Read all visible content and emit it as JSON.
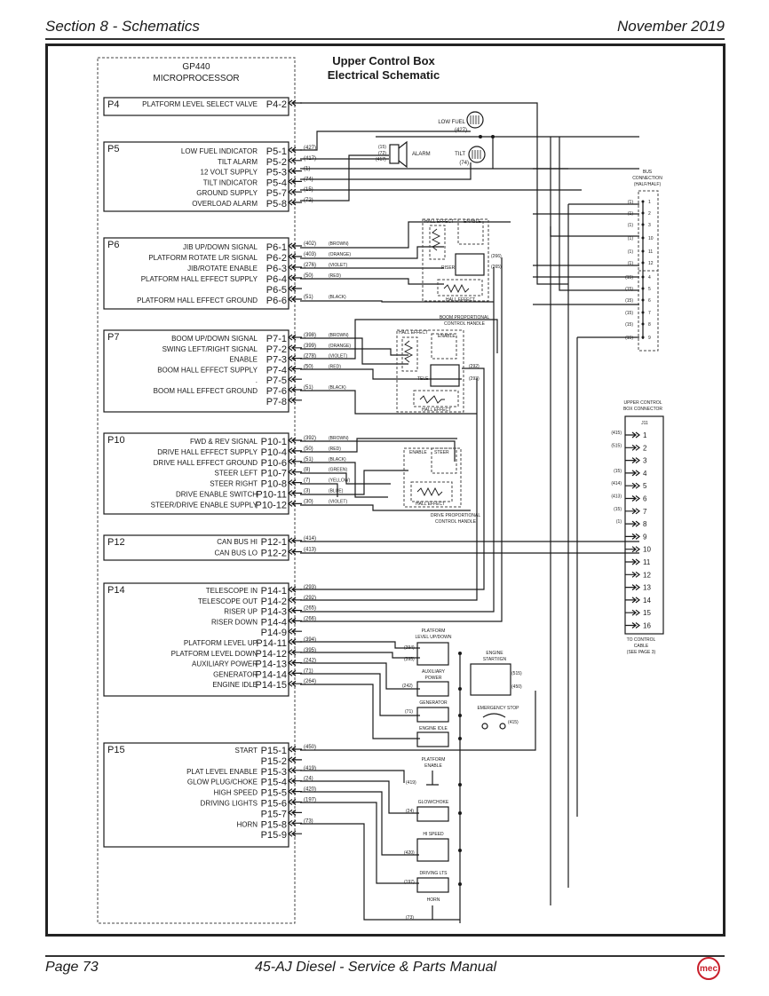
{
  "page_header": {
    "section": "Section 8 - Schematics",
    "date": "November 2019"
  },
  "page_footer": {
    "page": "Page 73",
    "manual": "45-AJ Diesel - Service & Parts Manual",
    "logo": "mec"
  },
  "title": {
    "line1": "Upper Control Box",
    "line2": "Electrical Schematic"
  },
  "microprocessor": {
    "line1": "GP440",
    "line2": "MICROPROCESSOR"
  },
  "connectors": [
    {
      "id": "P4",
      "pins": [
        {
          "label": "PLATFORM LEVEL SELECT VALVE",
          "pin": "P4-2",
          "wire": "",
          "color": ""
        }
      ]
    },
    {
      "id": "P5",
      "pins": [
        {
          "label": "LOW FUEL INDICATOR",
          "pin": "P5-1",
          "wire": "(427)",
          "color": ""
        },
        {
          "label": "TILT ALARM",
          "pin": "P5-2",
          "wire": "(417)",
          "color": ""
        },
        {
          "label": "12 VOLT SUPPLY",
          "pin": "P5-3",
          "wire": "(1)",
          "color": ""
        },
        {
          "label": "TILT INDICATOR",
          "pin": "P5-4",
          "wire": "(74)",
          "color": ""
        },
        {
          "label": "GROUND SUPPLY",
          "pin": "P5-7",
          "wire": "(15)",
          "color": ""
        },
        {
          "label": "OVERLOAD ALARM",
          "pin": "P5-8",
          "wire": "(72)",
          "color": ""
        }
      ]
    },
    {
      "id": "P6",
      "pins": [
        {
          "label": "JIB UP/DOWN SIGNAL",
          "pin": "P6-1",
          "wire": "(402)",
          "color": "(BROWN)"
        },
        {
          "label": "PLATFORM ROTATE L/R SIGNAL",
          "pin": "P6-2",
          "wire": "(403)",
          "color": "(ORANGE)"
        },
        {
          "label": "JIB/ROTATE ENABLE",
          "pin": "P6-3",
          "wire": "(276)",
          "color": "(VIOLET)"
        },
        {
          "label": "PLATFORM HALL EFFECT SUPPLY",
          "pin": "P6-4",
          "wire": "(50)",
          "color": "(RED)"
        },
        {
          "label": "",
          "pin": "P6-5",
          "wire": "",
          "color": ""
        },
        {
          "label": "PLATFORM HALL EFFECT GROUND",
          "pin": "P6-6",
          "wire": "(51)",
          "color": "(BLACK)"
        }
      ]
    },
    {
      "id": "P7",
      "pins": [
        {
          "label": "BOOM UP/DOWN SIGNAL",
          "pin": "P7-1",
          "wire": "(398)",
          "color": "(BROWN)"
        },
        {
          "label": "SWING LEFT/RIGHT SIGNAL",
          "pin": "P7-2",
          "wire": "(399)",
          "color": "(ORANGE)"
        },
        {
          "label": "ENABLE",
          "pin": "P7-3",
          "wire": "(278)",
          "color": "(VIOLET)"
        },
        {
          "label": "BOOM HALL EFFECT SUPPLY",
          "pin": "P7-4",
          "wire": "(50)",
          "color": "(RED)"
        },
        {
          "label": ".",
          "pin": "P7-5",
          "wire": "",
          "color": ""
        },
        {
          "label": "BOOM HALL EFFECT GROUND",
          "pin": "P7-6",
          "wire": "(51)",
          "color": "(BLACK)"
        },
        {
          "label": "",
          "pin": "P7-8",
          "wire": "",
          "color": ""
        }
      ]
    },
    {
      "id": "P10",
      "pins": [
        {
          "label": "FWD & REV SIGNAL",
          "pin": "P10-1",
          "wire": "(392)",
          "color": "(BROWN)"
        },
        {
          "label": "DRIVE HALL EFFECT SUPPLY",
          "pin": "P10-4",
          "wire": "(50)",
          "color": "(RED)"
        },
        {
          "label": "DRIVE HALL EFFECT GROUND",
          "pin": "P10-6",
          "wire": "(51)",
          "color": "(BLACK)"
        },
        {
          "label": "STEER LEFT",
          "pin": "P10-7",
          "wire": "(8)",
          "color": "(GREEN)"
        },
        {
          "label": "STEER RIGHT",
          "pin": "P10-8",
          "wire": "(7)",
          "color": "(YELLOW)"
        },
        {
          "label": "DRIVE ENABLE SWITCH",
          "pin": "P10-11",
          "wire": "(3)",
          "color": "(BLUE)"
        },
        {
          "label": "STEER/DRIVE ENABLE SUPPLY",
          "pin": "P10-12",
          "wire": "(30)",
          "color": "(VIOLET)"
        }
      ]
    },
    {
      "id": "P12",
      "pins": [
        {
          "label": "CAN BUS HI",
          "pin": "P12-1",
          "wire": "(414)",
          "color": ""
        },
        {
          "label": "CAN BUS LO",
          "pin": "P12-2",
          "wire": "(413)",
          "color": ""
        }
      ]
    },
    {
      "id": "P14",
      "pins": [
        {
          "label": "TELESCOPE IN",
          "pin": "P14-1",
          "wire": "(293)",
          "color": ""
        },
        {
          "label": "TELESCOPE OUT",
          "pin": "P14-2",
          "wire": "(292)",
          "color": ""
        },
        {
          "label": "RISER UP",
          "pin": "P14-3",
          "wire": "(265)",
          "color": ""
        },
        {
          "label": "RISER DOWN",
          "pin": "P14-4",
          "wire": "(266)",
          "color": ""
        },
        {
          "label": "",
          "pin": "P14-9",
          "wire": "",
          "color": ""
        },
        {
          "label": "PLATFORM LEVEL UP",
          "pin": "P14-11",
          "wire": "(394)",
          "color": ""
        },
        {
          "label": "PLATFORM LEVEL DOWN",
          "pin": "P14-12",
          "wire": "(395)",
          "color": ""
        },
        {
          "label": "AUXILIARY POWER",
          "pin": "P14-13",
          "wire": "(242)",
          "color": ""
        },
        {
          "label": "GENERATOR",
          "pin": "P14-14",
          "wire": "(71)",
          "color": ""
        },
        {
          "label": "ENGINE IDLE",
          "pin": "P14-15",
          "wire": "(264)",
          "color": ""
        }
      ]
    },
    {
      "id": "P15",
      "pins": [
        {
          "label": "START",
          "pin": "P15-1",
          "wire": "(450)",
          "color": ""
        },
        {
          "label": "",
          "pin": "P15-2",
          "wire": "",
          "color": ""
        },
        {
          "label": "PLAT LEVEL ENABLE",
          "pin": "P15-3",
          "wire": "(419)",
          "color": ""
        },
        {
          "label": "GLOW PLUG/CHOKE",
          "pin": "P15-4",
          "wire": "(24)",
          "color": ""
        },
        {
          "label": "HIGH SPEED",
          "pin": "P15-5",
          "wire": "(420)",
          "color": ""
        },
        {
          "label": "DRIVING LIGHTS",
          "pin": "P15-6",
          "wire": "(197)",
          "color": ""
        },
        {
          "label": "",
          "pin": "P15-7",
          "wire": "",
          "color": ""
        },
        {
          "label": "HORN",
          "pin": "P15-8",
          "wire": "(73)",
          "color": ""
        },
        {
          "label": "",
          "pin": "P15-9",
          "wire": "",
          "color": ""
        }
      ]
    }
  ],
  "indicators": {
    "low_fuel": {
      "label": "LOW FUEL",
      "wire": "(427)"
    },
    "tilt": {
      "label": "TILT",
      "wire": "(74)"
    },
    "alarm": {
      "label": "ALARM",
      "wires": [
        "(15)",
        "(72)",
        "(417)"
      ]
    }
  },
  "bus_connection": {
    "title": [
      "BUS",
      "CONNECTION",
      "(HALF/HALF)"
    ],
    "terminals": [
      {
        "wire": "(1)",
        "num": "1"
      },
      {
        "wire": "(1)",
        "num": "2"
      },
      {
        "wire": "(1)",
        "num": "3"
      },
      {
        "wire": "(1)",
        "num": "10"
      },
      {
        "wire": "(1)",
        "num": "11"
      },
      {
        "wire": "(1)",
        "num": "12"
      },
      {
        "wire": "(15)",
        "num": "4"
      },
      {
        "wire": "(15)",
        "num": "5"
      },
      {
        "wire": "(15)",
        "num": "6"
      },
      {
        "wire": "(15)",
        "num": "7"
      },
      {
        "wire": "(15)",
        "num": "8"
      },
      {
        "wire": "(15)",
        "num": "9"
      }
    ]
  },
  "j11": {
    "title": [
      "UPPER CONTROL",
      "BOX CONNECTOR"
    ],
    "id": "J11",
    "pins": [
      {
        "num": "1",
        "wire": "(415)"
      },
      {
        "num": "2",
        "wire": "(515)"
      },
      {
        "num": "3",
        "wire": ""
      },
      {
        "num": "4",
        "wire": "(15)"
      },
      {
        "num": "5",
        "wire": "(414)"
      },
      {
        "num": "6",
        "wire": "(413)"
      },
      {
        "num": "7",
        "wire": "(15)"
      },
      {
        "num": "8",
        "wire": "(1)"
      },
      {
        "num": "9",
        "wire": ""
      },
      {
        "num": "10",
        "wire": ""
      },
      {
        "num": "11",
        "wire": ""
      },
      {
        "num": "12",
        "wire": ""
      },
      {
        "num": "13",
        "wire": ""
      },
      {
        "num": "14",
        "wire": ""
      },
      {
        "num": "15",
        "wire": ""
      },
      {
        "num": "16",
        "wire": ""
      }
    ],
    "note": [
      "TO CONTROL",
      "CABLE",
      "(SEE PAGE 3)"
    ]
  },
  "platform_handle": {
    "hall_effect": "HALL EFFECT",
    "enable": "ENABLE",
    "riser": "RISER",
    "hall_effect_bottom": "HALL EFFECT",
    "wires": [
      "(266)",
      "(265)"
    ]
  },
  "boom_handle": {
    "title": [
      "BOOM PROPORTIONAL",
      "CONTROL HANDLE"
    ],
    "hall_effect": "HALL EFFECT",
    "enable": "ENABLE",
    "tele": "TELE",
    "hall_effect_bottom": "HALL EFFECT",
    "wires": [
      "(292)",
      "(293)"
    ]
  },
  "drive_handle": {
    "title": [
      "DRIVE PROPORTIONAL",
      "CONTROL HANDLE"
    ],
    "enable": "ENABLE",
    "steer": "STEER",
    "hall_effect": "HALL EFFECT"
  },
  "switches": {
    "platform_level": {
      "title": [
        "PLATFORM",
        "LEVEL UP/DOWN"
      ],
      "wires": [
        "(394)",
        "(395)"
      ]
    },
    "aux_power": {
      "title": [
        "AUXILIARY",
        "POWER"
      ],
      "wire": "(242)"
    },
    "generator": {
      "title": "GENERATOR",
      "wire": "(71)"
    },
    "engine_idle": {
      "title": "ENGINE IDLE"
    },
    "engine_start": {
      "title": [
        "ENGINE",
        "START/IGN"
      ],
      "wires": [
        "(515)",
        "(450)"
      ]
    },
    "emergency_stop": {
      "title": "EMERGENCY STOP",
      "wire": "(415)"
    },
    "platform_enable": {
      "title": [
        "PLATFORM",
        "ENABLE"
      ],
      "wire": "(419)"
    },
    "glow_choke": {
      "title": "GLOW/CHOKE",
      "wire": "(24)"
    },
    "hi_speed": {
      "title": "HI SPEED",
      "wire": "(420)"
    },
    "driving_lts": {
      "title": "DRIVING LTS",
      "wire": "(197)"
    },
    "horn": {
      "title": "HORN",
      "wire": "(73)"
    }
  }
}
